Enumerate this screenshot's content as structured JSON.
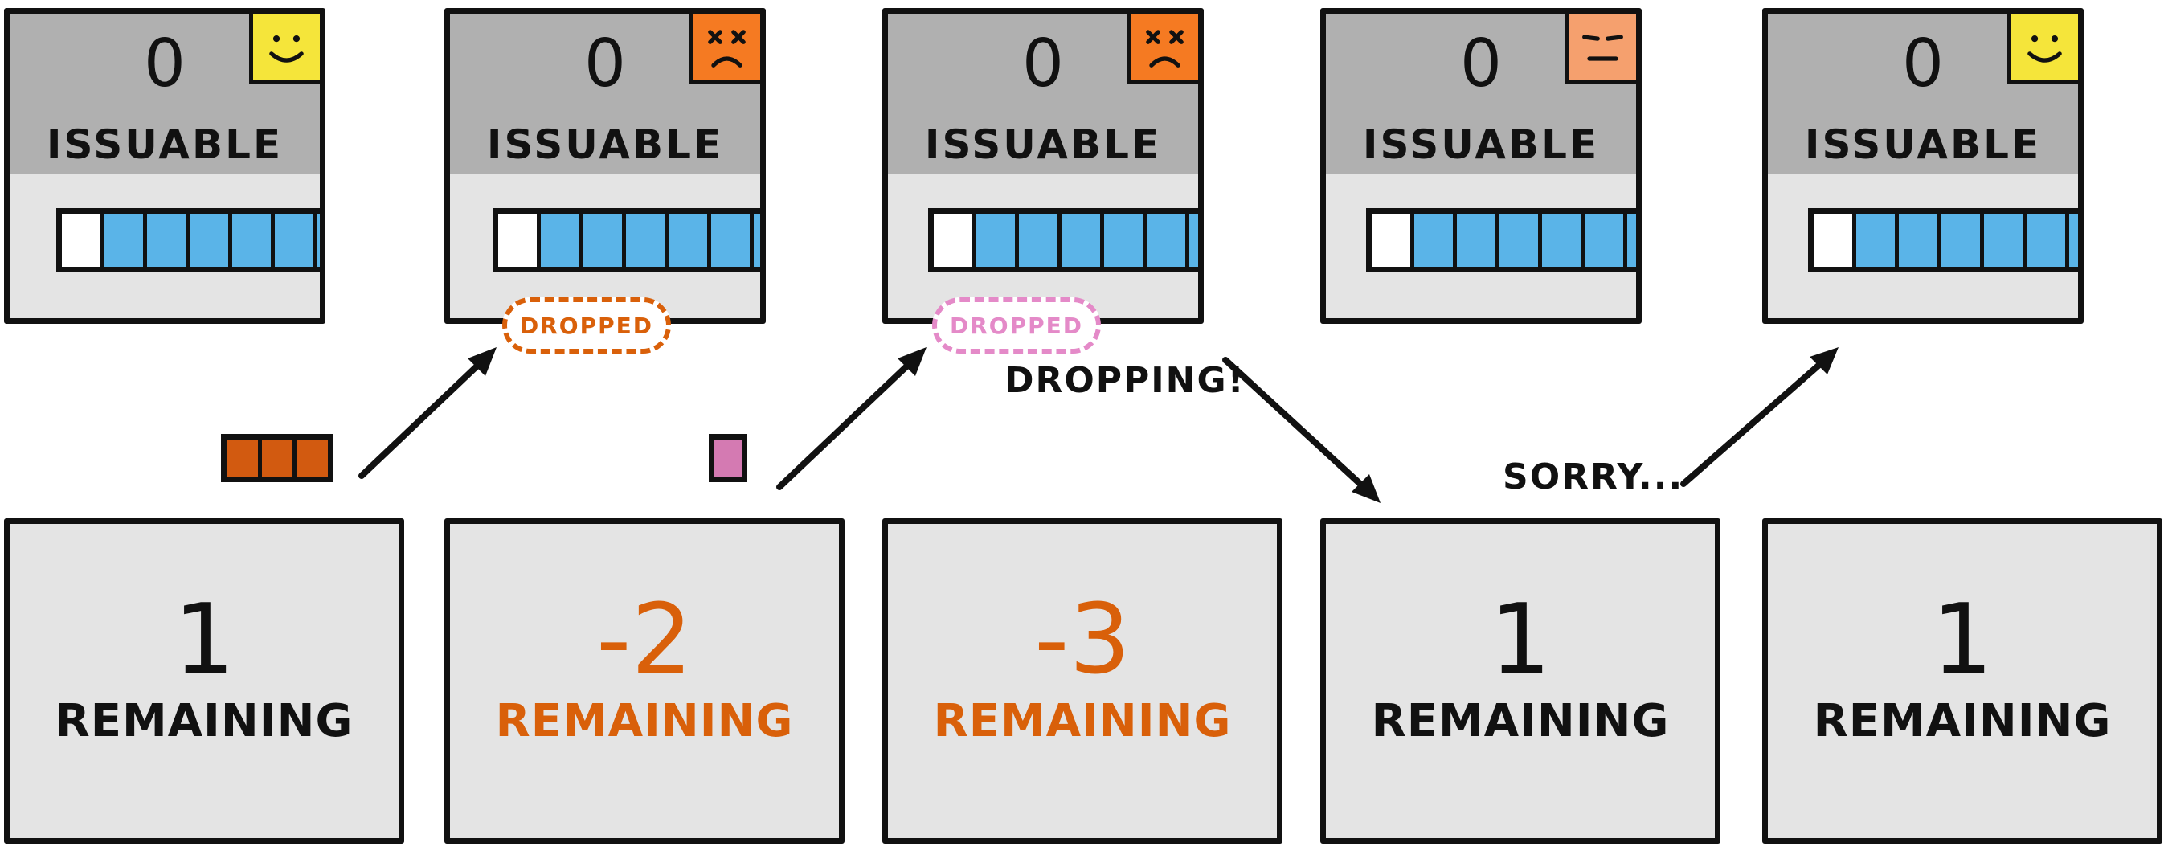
{
  "colors": {
    "panel_fill": "#e4e4e4",
    "header_fill": "#b0b0b0",
    "slot_fill": "#5ab4e8",
    "empty_slot": "#ffffff",
    "alert_orange": "#d9600a",
    "dropped_pink": "#e48ac8",
    "face_yellow": "#f5e53a",
    "face_orange": "#f57a22",
    "face_peach": "#f5a06e",
    "chip_orange": "#d25a10",
    "chip_pink": "#d47ab2"
  },
  "issuable_panels": [
    {
      "count": "0",
      "label": "ISSUABLE",
      "face": "happy-face-icon",
      "face_color": "#f5e53a"
    },
    {
      "count": "0",
      "label": "ISSUABLE",
      "face": "dizzy-face-icon",
      "face_color": "#f57a22"
    },
    {
      "count": "0",
      "label": "ISSUABLE",
      "face": "dizzy-face-icon",
      "face_color": "#f57a22"
    },
    {
      "count": "0",
      "label": "ISSUABLE",
      "face": "neutral-face-icon",
      "face_color": "#f5a06e"
    },
    {
      "count": "0",
      "label": "ISSUABLE",
      "face": "happy-face-icon",
      "face_color": "#f5e53a"
    }
  ],
  "remaining_panels": [
    {
      "value": "1",
      "label": "REMAINING",
      "color": "#111111"
    },
    {
      "value": "-2",
      "label": "REMAINING",
      "color": "#d9600a"
    },
    {
      "value": "-3",
      "label": "REMAINING",
      "color": "#d9600a"
    },
    {
      "value": "1",
      "label": "REMAINING",
      "color": "#111111"
    },
    {
      "value": "1",
      "label": "REMAINING",
      "color": "#111111"
    }
  ],
  "badges": [
    {
      "text": "DROPPED",
      "color": "#d9600a"
    },
    {
      "text": "DROPPED",
      "color": "#e48ac8"
    }
  ],
  "annotations": {
    "dropping": "DROPPING!",
    "sorry": "SORRY..."
  },
  "chips": [
    {
      "segments": 3,
      "color": "#d25a10"
    },
    {
      "segments": 1,
      "color": "#d47ab2"
    }
  ],
  "bar": {
    "slots": 7,
    "empty_slots": 1
  }
}
